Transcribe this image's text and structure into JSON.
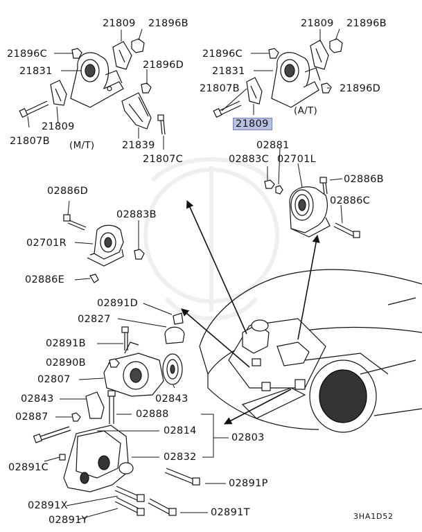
{
  "labels": {
    "p21809_mt_top": "21809",
    "p21896B_mt": "21896B",
    "p21896C_mt": "21896C",
    "p21831_mt": "21831",
    "p21896D_mt": "21896D",
    "p21809_mt_low": "21809",
    "p21807B_mt": "21807B",
    "mt_note": "(M/T)",
    "p21839": "21839",
    "p21807C": "21807C",
    "p21809_at_top": "21809",
    "p21896B_at": "21896B",
    "p21896C_at": "21896C",
    "p21831_at": "21831",
    "p21807B_at": "21807B",
    "p21896D_at": "21896D",
    "at_note": "(A/T)",
    "p21809_highlight": "21809",
    "p02881": "02881",
    "p02883C": "02883C",
    "p02701L": "02701L",
    "p02886B": "02886B",
    "p02886C": "02886C",
    "p02886D": "02886D",
    "p02883B": "02883B",
    "p02701R": "02701R",
    "p02886E": "02886E",
    "p02891D": "02891D",
    "p02827": "02827",
    "p02891B": "02891B",
    "p02890B": "02890B",
    "p02807": "02807",
    "p02843_left": "02843",
    "p02843_right": "02843",
    "p02887": "02887",
    "p02888": "02888",
    "p02814": "02814",
    "p02803": "02803",
    "p02832": "02832",
    "p02891C": "02891C",
    "p02891P": "02891P",
    "p02891X": "02891X",
    "p02891T": "02891T",
    "p02891Y": "02891Y"
  },
  "diagram_code": "3HA1D52",
  "colors": {
    "highlight": "#b9c1e3",
    "line": "#111111"
  }
}
